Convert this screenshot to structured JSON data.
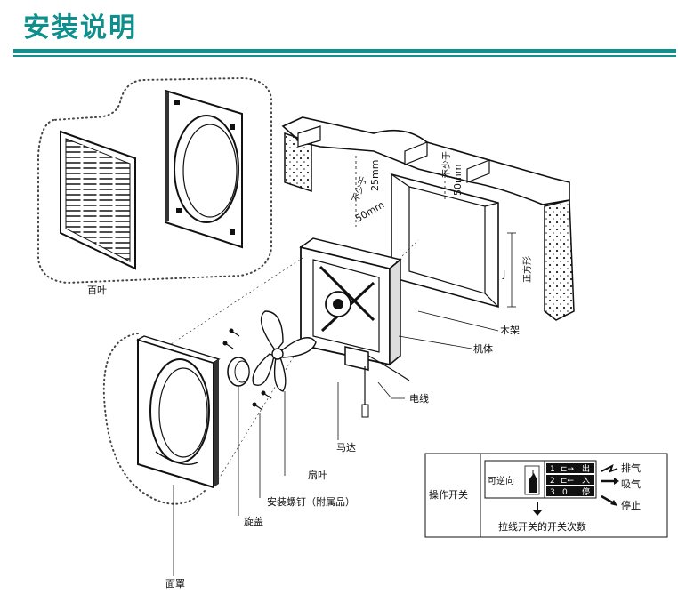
{
  "header": {
    "title": "安装说明"
  },
  "parts": {
    "louver": "百叶",
    "wood_frame": "木架",
    "body": "机体",
    "wire": "电线",
    "motor": "马达",
    "blade": "扇叶",
    "screws": "安装螺钉（附属品）",
    "cap": "旋盖",
    "face_cover": "面罩"
  },
  "dimensions": {
    "top_gap": "25mm",
    "side_min_1": "50mm",
    "side_min_1_note": "不少于",
    "side_min_2": "50mm",
    "side_min_2_note": "不少于",
    "square_note": "正方形",
    "square_symbol": "J"
  },
  "control_panel": {
    "label": "操作开关",
    "reversible": "可逆向",
    "modes": [
      {
        "num": "1",
        "icon": "⊏→",
        "mode": "出"
      },
      {
        "num": "2",
        "icon": "⊏←",
        "mode": "入"
      },
      {
        "num": "3",
        "icon": "0",
        "mode": "停"
      }
    ],
    "results": [
      "排气",
      "吸气",
      "停止"
    ],
    "pull_note": "拉线开关的开关次数"
  }
}
